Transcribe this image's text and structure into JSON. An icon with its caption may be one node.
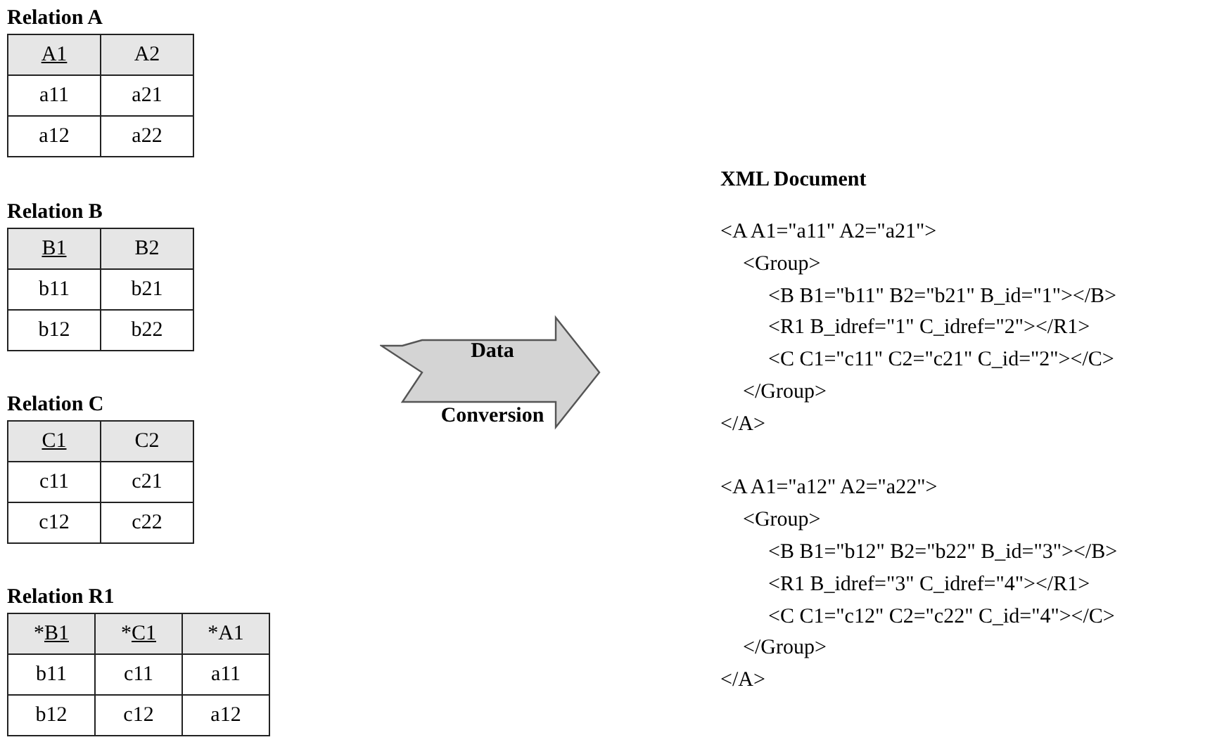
{
  "diagram": {
    "nodes": [
      {
        "text": [
          "Relation A"
        ]
      },
      {
        "text": [
          "Relation B"
        ]
      },
      {
        "text": [
          "Relation C"
        ]
      },
      {
        "text": [
          "Relation R1"
        ]
      },
      {
        "text": [
          "Data Conversion"
        ]
      }
    ],
    "labels": [
      "A1",
      "A2",
      "a11",
      "a21",
      "a12",
      "a22",
      "B1",
      "B2",
      "b11",
      "b21",
      "b12",
      "b22",
      "C1",
      "C2",
      "c11",
      "c21",
      "c12",
      "c22",
      "*B1",
      "*C1",
      "*A1",
      "b11",
      "c11",
      "a11",
      "b12",
      "c12",
      "a12",
      "XML Document",
      "<A A1=\"a11\" A2=\"a21\">",
      "<Group>",
      "<B B1=\"b11\" B2=\"b21\" B_id=\"1\"></B>",
      "<R1 B_idref=\"1\" C_idref=\"2\"></R1>",
      "<C C1=\"c11\" C2=\"c21\" C_id=\"2\"></C>",
      "</Group>",
      "</A>",
      "<A A1=\"a12\" A2=\"a22\">",
      "<Group>",
      "<B B1=\"b12\" B2=\"b22\" B_id=\"3\"></B>",
      "<R1 B_idref=\"3\" C_idref=\"4\"></R1>",
      "<C C1=\"c12\" C2=\"c22\" C_id=\"4\"></C>",
      "</Group>",
      "</A>"
    ]
  }
}
